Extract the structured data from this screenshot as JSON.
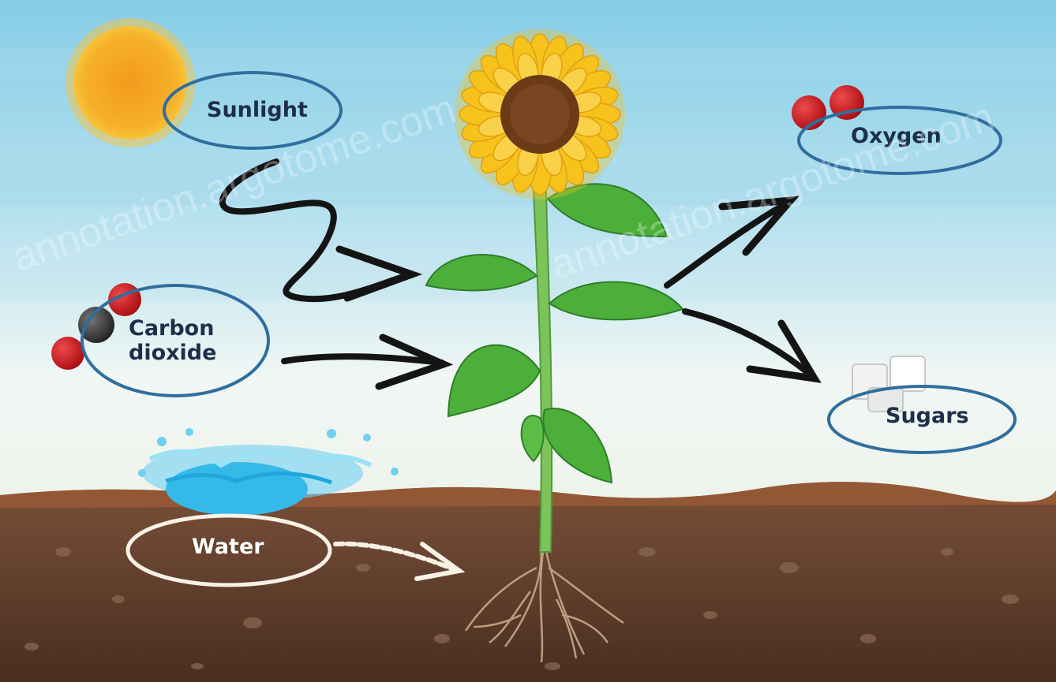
{
  "labels": {
    "sunlight": "Sunlight",
    "oxygen": "Oxygen",
    "carbon_line1": "Carbon",
    "carbon_line2": "dioxide",
    "sugars": "Sugars",
    "water": "Water"
  },
  "watermark": "annotation.argotome.com",
  "colors": {
    "sky_top": "#8fd3ea",
    "sky_bottom": "#eef6f2",
    "soil": "#6b4a35",
    "soil_top": "#8a5a3a",
    "leaf": "#4caf3a",
    "stem": "#7cc35a",
    "petal": "#f7c21c",
    "flower_center": "#6b3a16",
    "sun": "#f5a623",
    "molecule_red": "#c8161e",
    "molecule_dark": "#3a3a3a",
    "ring_blue": "#2f6e9e",
    "water_blue": "#35b9e8",
    "arrow": "#141414"
  }
}
